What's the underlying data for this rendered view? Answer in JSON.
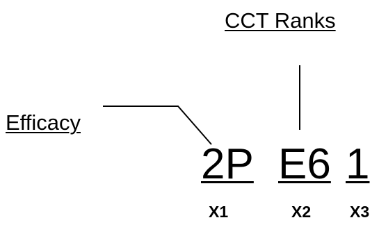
{
  "labels": {
    "cct_ranks": "CCT Ranks",
    "efficacy": "Efficacy"
  },
  "code": {
    "x1": "2P",
    "x2": "E6",
    "x3": "1"
  },
  "positions": {
    "x1": "X1",
    "x2": "X2",
    "x3": "X3"
  }
}
